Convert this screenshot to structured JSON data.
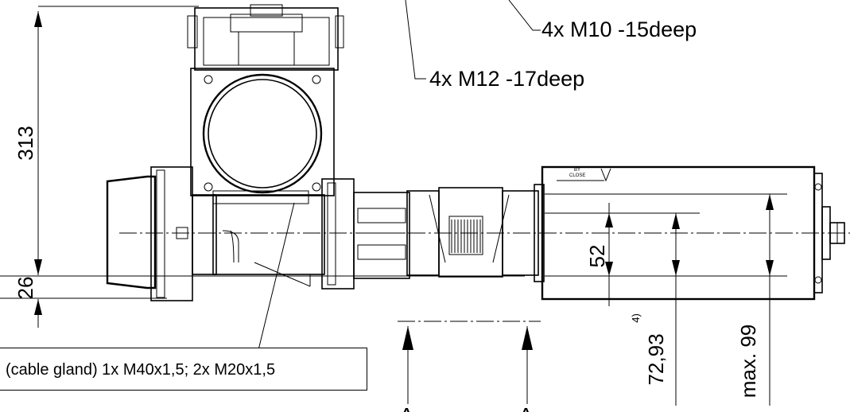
{
  "drawing": {
    "dimensions": {
      "height_total": "313",
      "height_lower": "26",
      "stroke_inner": "52",
      "dim_72": "72,93",
      "dim_72_note": "4)",
      "dim_max": "max. 99"
    },
    "callouts": {
      "m10": "4x M10 -15deep",
      "m12": "4x M12 -17deep",
      "cable_gland": "(cable gland) 1x M40x1,5; 2x M20x1,5"
    },
    "section_marks": [
      "A",
      "A"
    ],
    "plate_text": [
      "BY",
      "CLOSE"
    ]
  }
}
